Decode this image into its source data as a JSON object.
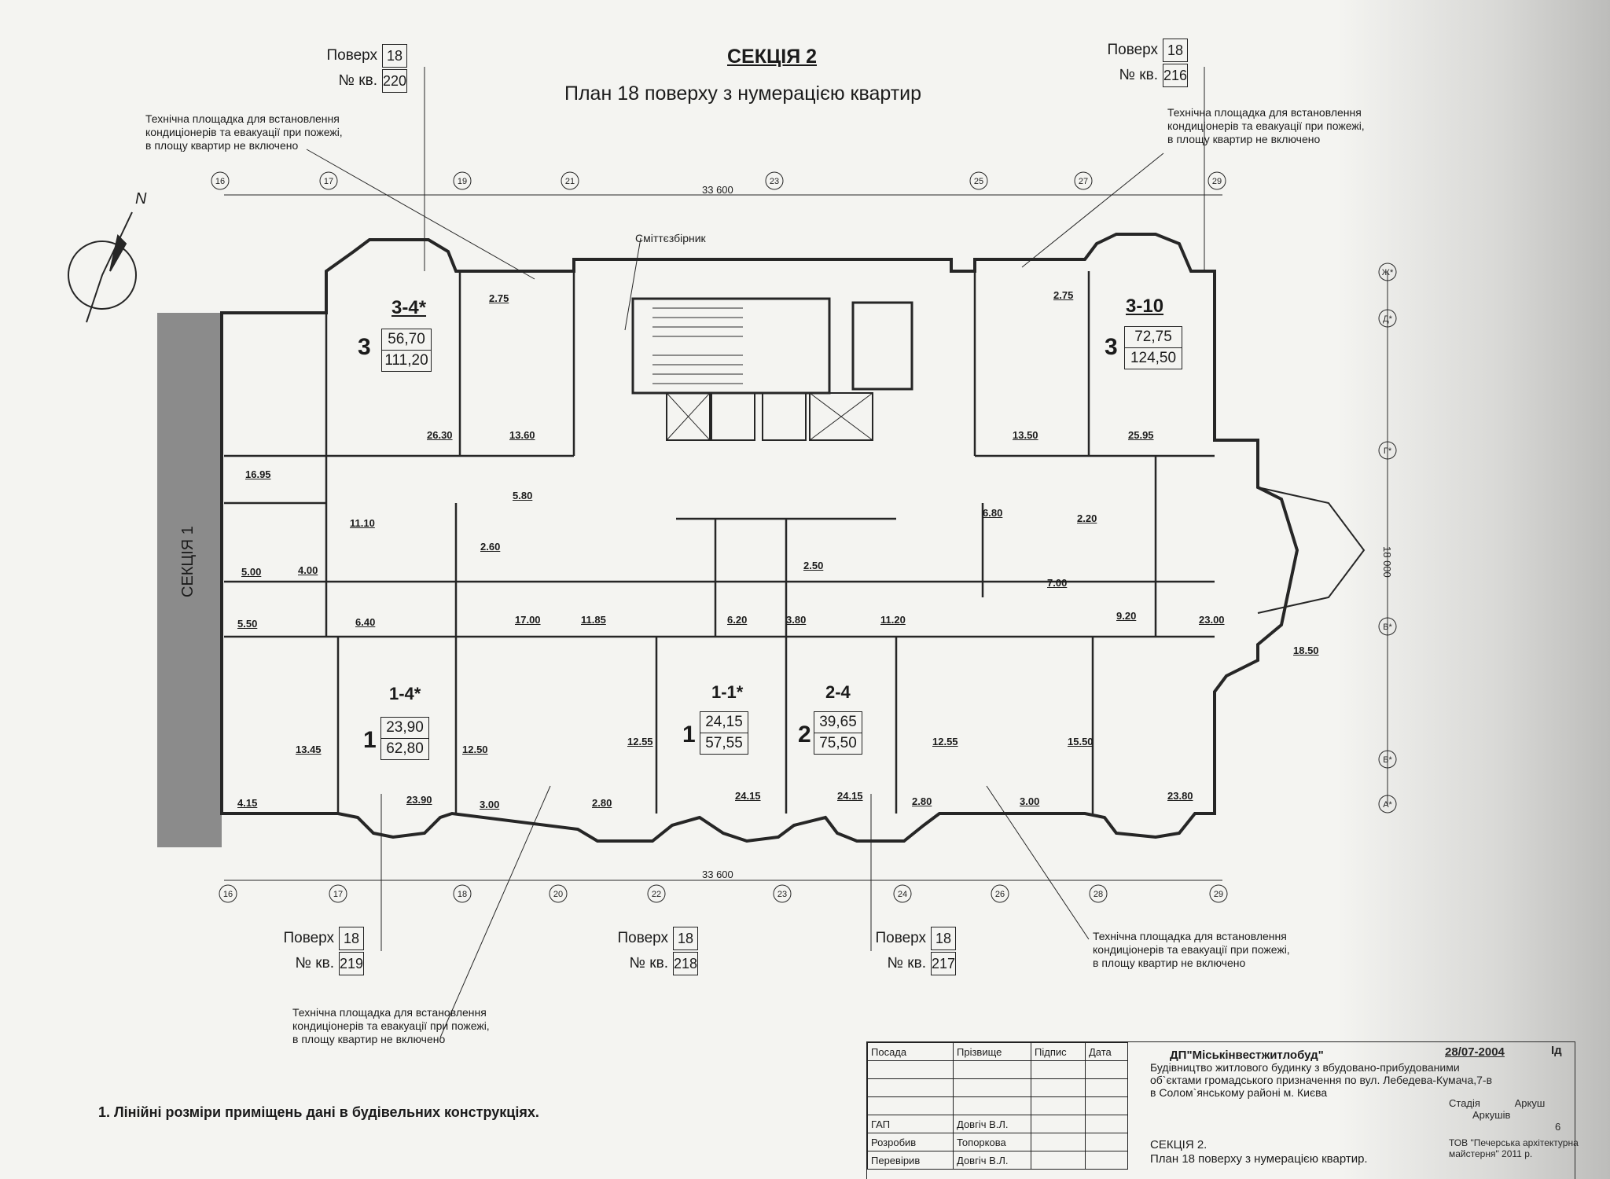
{
  "header": {
    "section": "СЕКЦІЯ 2",
    "subtitle": "План 18 поверху з нумерацією квартир"
  },
  "floor_label": "Поверх",
  "apt_label": "№ кв.",
  "floor_value": "18",
  "apartment_tags": [
    {
      "apt_no": "220"
    },
    {
      "apt_no": "216"
    },
    {
      "apt_no": "219"
    },
    {
      "apt_no": "218"
    },
    {
      "apt_no": "217"
    }
  ],
  "notes": {
    "tech_platform": "Технічна площадка для встановлення\nкондиціонерів та евакуації при пожежі,\nв площу квартир не включено",
    "garbage": "Сміттєзбірник",
    "footnote": "1. Лінійні розміри приміщень дані в будівельних конструкціях."
  },
  "section_neighbor": "СЕКЦІЯ 1",
  "north": "N",
  "axes_top": [
    "16",
    "17",
    "19",
    "21",
    "23",
    "25",
    "27",
    "29"
  ],
  "axes_bottom": [
    "16",
    "17",
    "18",
    "20",
    "22",
    "23",
    "24",
    "26",
    "28",
    "29"
  ],
  "axes_right": [
    "Ж*",
    "Д*",
    "Г*",
    "В*",
    "Б*",
    "А*"
  ],
  "dims": {
    "overall_width": "33 600",
    "overall_depth": "18 000"
  },
  "apartments": [
    {
      "rooms": "3",
      "code": "3-4*",
      "living": "56,70",
      "total": "111,20"
    },
    {
      "rooms": "3",
      "code": "3-10",
      "living": "72,75",
      "total": "124,50"
    },
    {
      "rooms": "1",
      "code": "1-4*",
      "living": "23,90",
      "total": "62,80"
    },
    {
      "rooms": "1",
      "code": "1-1*",
      "living": "24,15",
      "total": "57,55"
    },
    {
      "rooms": "2",
      "code": "2-4",
      "living": "39,65",
      "total": "75,50"
    }
  ],
  "room_areas": [
    "26.30",
    "13.60",
    "2.75",
    "2.75",
    "13.50",
    "25.95",
    "16.95",
    "5.80",
    "11.10",
    "2.60",
    "5.00",
    "4.00",
    "5.50",
    "6.40",
    "17.00",
    "11.85",
    "6.20",
    "3.80",
    "2.50",
    "11.20",
    "6.80",
    "2.20",
    "7.00",
    "9.20",
    "23.00",
    "18.50",
    "13.45",
    "12.50",
    "12.55",
    "12.55",
    "15.50",
    "4.15",
    "3.00",
    "2.80",
    "2.80",
    "3.00",
    "23.90",
    "24.15",
    "24.15",
    "23.80"
  ],
  "stamp": {
    "col_position": "Посада",
    "col_surname": "Прізвище",
    "col_sign": "Підпис",
    "col_date": "Дата",
    "rows": [
      {
        "role": "ГАП",
        "name": "Довгіч В.Л."
      },
      {
        "role": "Розробив",
        "name": "Топоркова"
      },
      {
        "role": "Перевірив",
        "name": "Довгіч В.Л."
      }
    ],
    "organisation": "ДП\"Міськінвестжитлобуд\"",
    "date": "28/07-2004",
    "correction": "Ід",
    "project": "Будівництво житлового будинку з вбудовано-прибудованими\nоб`єктами громадського призначення по вул. Лебедева-Кумача,7-в\nв Солом`янському районі м. Києва",
    "sheet_title": "СЕКЦІЯ 2.\nПлан 18 поверху з нумерацією квартир.",
    "stage": "Стадія",
    "sheet_label": "Аркуш",
    "sheets_label": "Аркушів",
    "sheet_no": "6",
    "company": "ТОВ \"Печерська архітектурна\nмайстерня\" 2011 р."
  }
}
